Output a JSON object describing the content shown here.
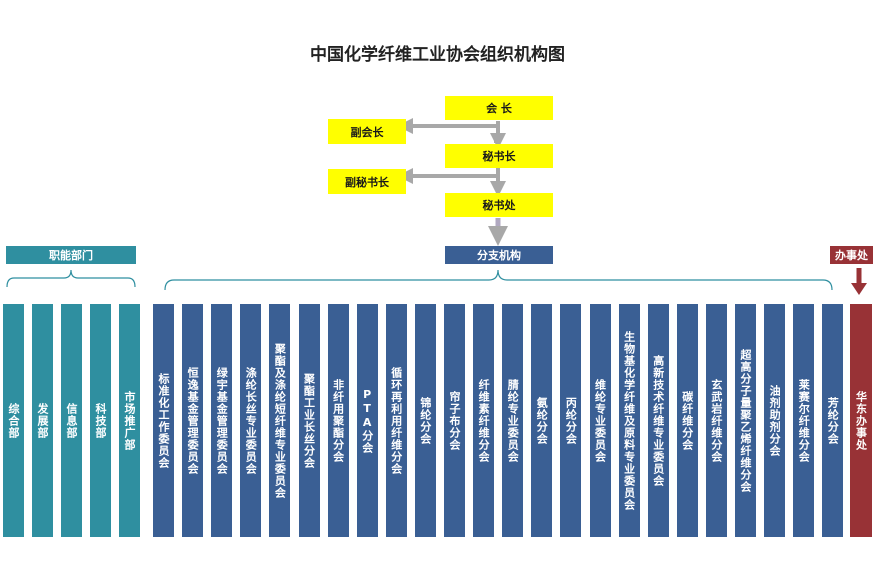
{
  "title": "中国化学纤维工业协会组织机构图",
  "leadership": {
    "president": "会  长",
    "vice_president": "副会长",
    "secretary_general": "秘书长",
    "deputy_secretary_general": "副秘书长",
    "secretariat": "秘书处"
  },
  "headers": {
    "functional": "职能部门",
    "branches": "分支机构",
    "offices": "办事处"
  },
  "functional_departments": [
    "综合部",
    "发展部",
    "信息部",
    "科技部",
    "市场推广部"
  ],
  "branch_organizations": [
    "标准化工作委员会",
    "恒逸基金管理委员会",
    "绿宇基金管理委员会",
    "涤纶长丝专业委员会",
    "聚酯及涤纶短纤维专业委员会",
    "聚酯工业长丝分会",
    "非纤用聚酯分会",
    "PTA分会",
    "循环再利用纤维分会",
    "锦纶分会",
    "帘子布分会",
    "纤维素纤维分会",
    "腈纶专业委员会",
    "氨纶分会",
    "丙纶分会",
    "维纶专业委员会",
    "生物基化学纤维及原料专业委员会",
    "高新技术纤维专业委员会",
    "碳纤维分会",
    "玄武岩纤维分会",
    "超高分子量聚乙烯纤维分会",
    "油剂助剂分会",
    "莱赛尔纤维分会",
    "芳纶分会"
  ],
  "offices": [
    "华东办事处"
  ],
  "colors": {
    "yellow": "#ffff00",
    "teal": "#2f8fa0",
    "blue": "#3a5f94",
    "red": "#983236",
    "connector": "#a8a8a8"
  }
}
